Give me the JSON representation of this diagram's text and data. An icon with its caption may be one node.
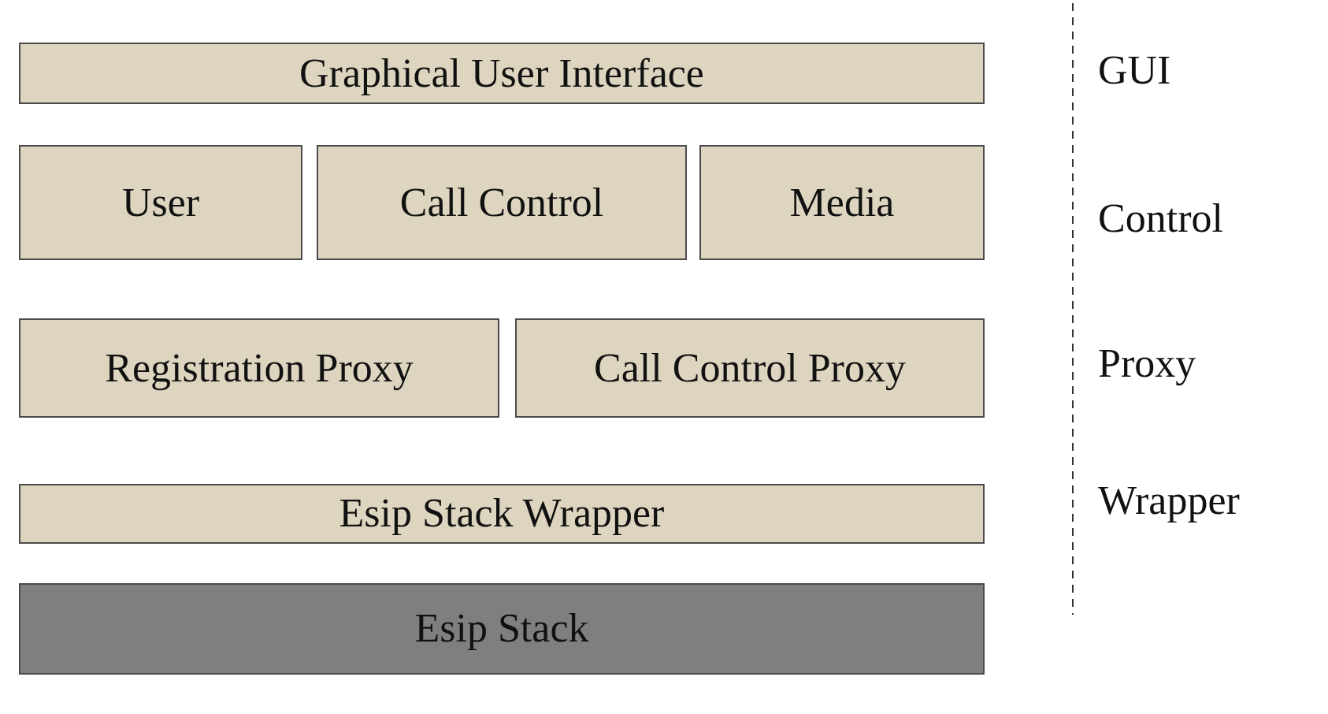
{
  "diagram": {
    "nodes": [
      {
        "text": [
          "Graphical User Interface"
        ]
      },
      {
        "text": [
          "User"
        ]
      },
      {
        "text": [
          "Call Control"
        ]
      },
      {
        "text": [
          "Media"
        ]
      },
      {
        "text": [
          "Registration Proxy"
        ]
      },
      {
        "text": [
          "Call Control Proxy"
        ]
      },
      {
        "text": [
          "Esip Stack Wrapper"
        ]
      },
      {
        "text": [
          "Esip Stack"
        ]
      }
    ],
    "labels": [
      "GUI",
      "Control",
      "Proxy",
      "Wrapper"
    ]
  }
}
